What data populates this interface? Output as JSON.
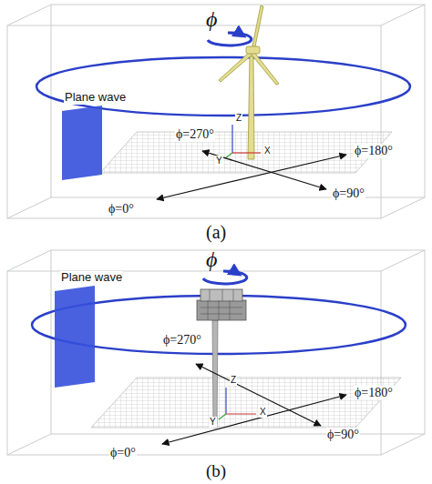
{
  "diagram": {
    "labels": [
      "ϕ",
      "Plane wave",
      "Z",
      "Y",
      "X",
      "ϕ=270°",
      "ϕ=180°",
      "ϕ=90°",
      "ϕ=0°",
      "(a)",
      "ϕ",
      "Plane wave",
      "Z",
      "Y",
      "X",
      "ϕ=270°",
      "ϕ=180°",
      "ϕ=90°",
      "ϕ=0°",
      "(b)"
    ]
  }
}
